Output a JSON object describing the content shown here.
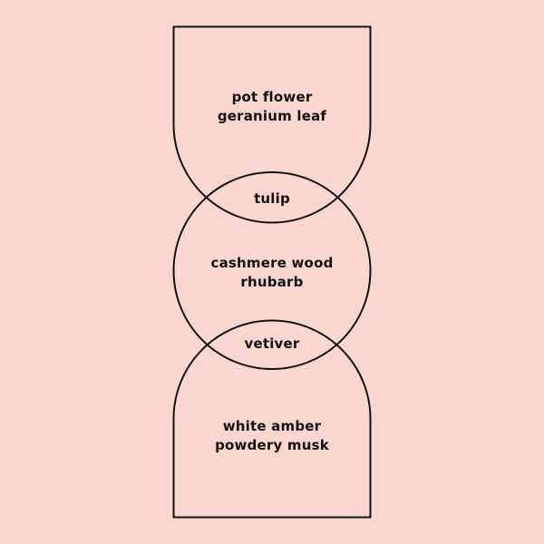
{
  "diagram": {
    "background": "#F9D7CF",
    "stroke": "#111111",
    "top_shape": {
      "line1": "pot flower",
      "line2": "geranium leaf"
    },
    "overlap_top": "tulip",
    "middle_circle": {
      "line1": "cashmere wood",
      "line2": "rhubarb"
    },
    "overlap_bottom": "vetiver",
    "bottom_shape": {
      "line1": "white amber",
      "line2": "powdery musk"
    }
  }
}
